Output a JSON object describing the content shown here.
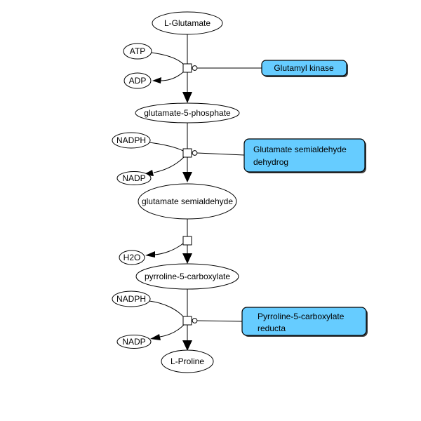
{
  "pathway": {
    "nodes": {
      "l_glutamate": "L-Glutamate",
      "atp": "ATP",
      "adp": "ADP",
      "glutamate_5_phosphate": "glutamate-5-phosphate",
      "nadph_1": "NADPH",
      "nadp_1": "NADP",
      "glutamate_semialdehyde": "glutamate semialdehyde",
      "h2o": "H2O",
      "pyrroline_5_carboxylate": "pyrroline-5-carboxylate",
      "nadph_2": "NADPH",
      "nadp_2": "NADP",
      "l_proline": "L-Proline"
    },
    "enzymes": {
      "glutamyl_kinase": {
        "label": "Glutamyl kinase"
      },
      "glutamate_semialdehyde_dehydrog": {
        "line1": "Glutamate semialdehyde",
        "line2": "dehydrog"
      },
      "pyrroline_5_carboxylate_reducta": {
        "line1": "Pyrroline-5-carboxylate",
        "line2": "reducta"
      }
    },
    "colors": {
      "enzyme_fill": "#66CCFF",
      "enzyme_stroke": "#000000",
      "node_fill": "#FFFFFF",
      "node_stroke": "#000000",
      "line": "#000000",
      "background": "#FFFFFF"
    }
  }
}
